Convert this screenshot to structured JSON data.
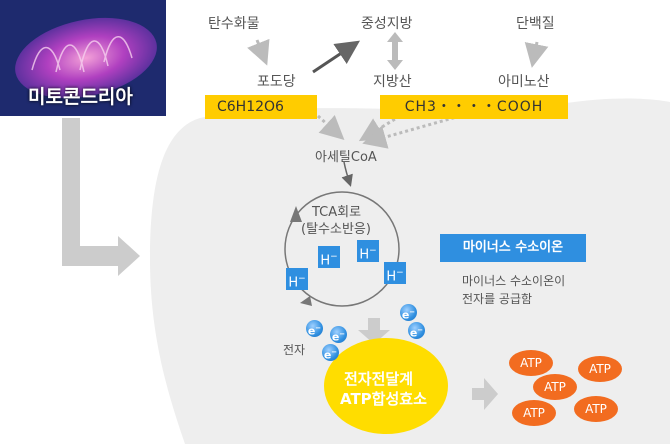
{
  "mito_label": "미토콘드리아",
  "nutrients": {
    "carb": "탄수화물",
    "fat": "중성지방",
    "protein": "단백질",
    "glucose": "포도당",
    "fatty_acid": "지방산",
    "amino_acid": "아미노산"
  },
  "formulas": {
    "glucose": "C6H12O6",
    "fatty": "CH3・・・・COOH"
  },
  "acetyl": "아세틸CoA",
  "tca": {
    "line1": "TCA회로",
    "line2": "(탈수소반응)"
  },
  "h_ion": {
    "symbol": "H",
    "charge": "−"
  },
  "electron": {
    "symbol": "e",
    "charge": "−"
  },
  "electron_label": "전자",
  "minus_badge": "마이너스 수소이온",
  "minus_desc": [
    "마이너스 수소이온이",
    "전자를 공급함"
  ],
  "etc": {
    "line1": "전자전달계",
    "line2": "ATP합성효소"
  },
  "atp_label": "ATP",
  "colors": {
    "formula_yellow": "#ffcc00",
    "ion_blue": "#2f8fe0",
    "atp_orange": "#f26c20",
    "arrow_gray": "#cccccc",
    "cell_gray": "#eeeeee"
  }
}
